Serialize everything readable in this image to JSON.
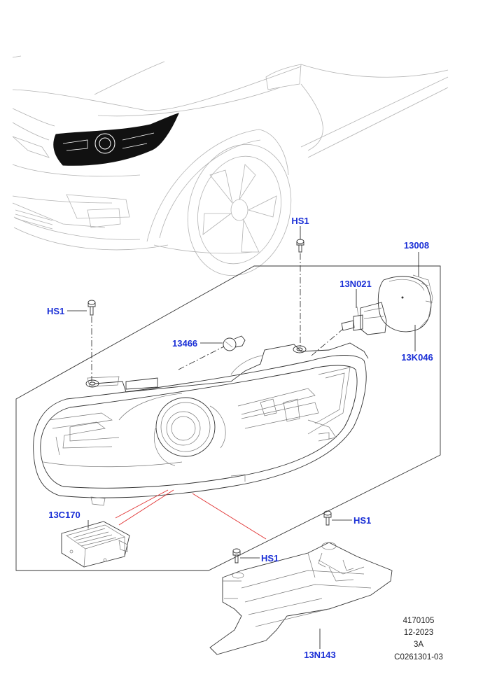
{
  "callouts": {
    "hs1_top": "HS1",
    "p13008": "13008",
    "p13n021": "13N021",
    "hs1_left": "HS1",
    "p13466": "13466",
    "p13k046": "13K046",
    "p13c170": "13C170",
    "hs1_right": "HS1",
    "hs1_mid": "HS1",
    "p13n143": "13N143"
  },
  "reference": {
    "number": "4170105",
    "date": "12-2023",
    "code": "3A",
    "drawing_id": "C0261301-03"
  },
  "colors": {
    "callout": "#1a2fd6",
    "leader": "#111111",
    "red_guide": "#e03030"
  }
}
